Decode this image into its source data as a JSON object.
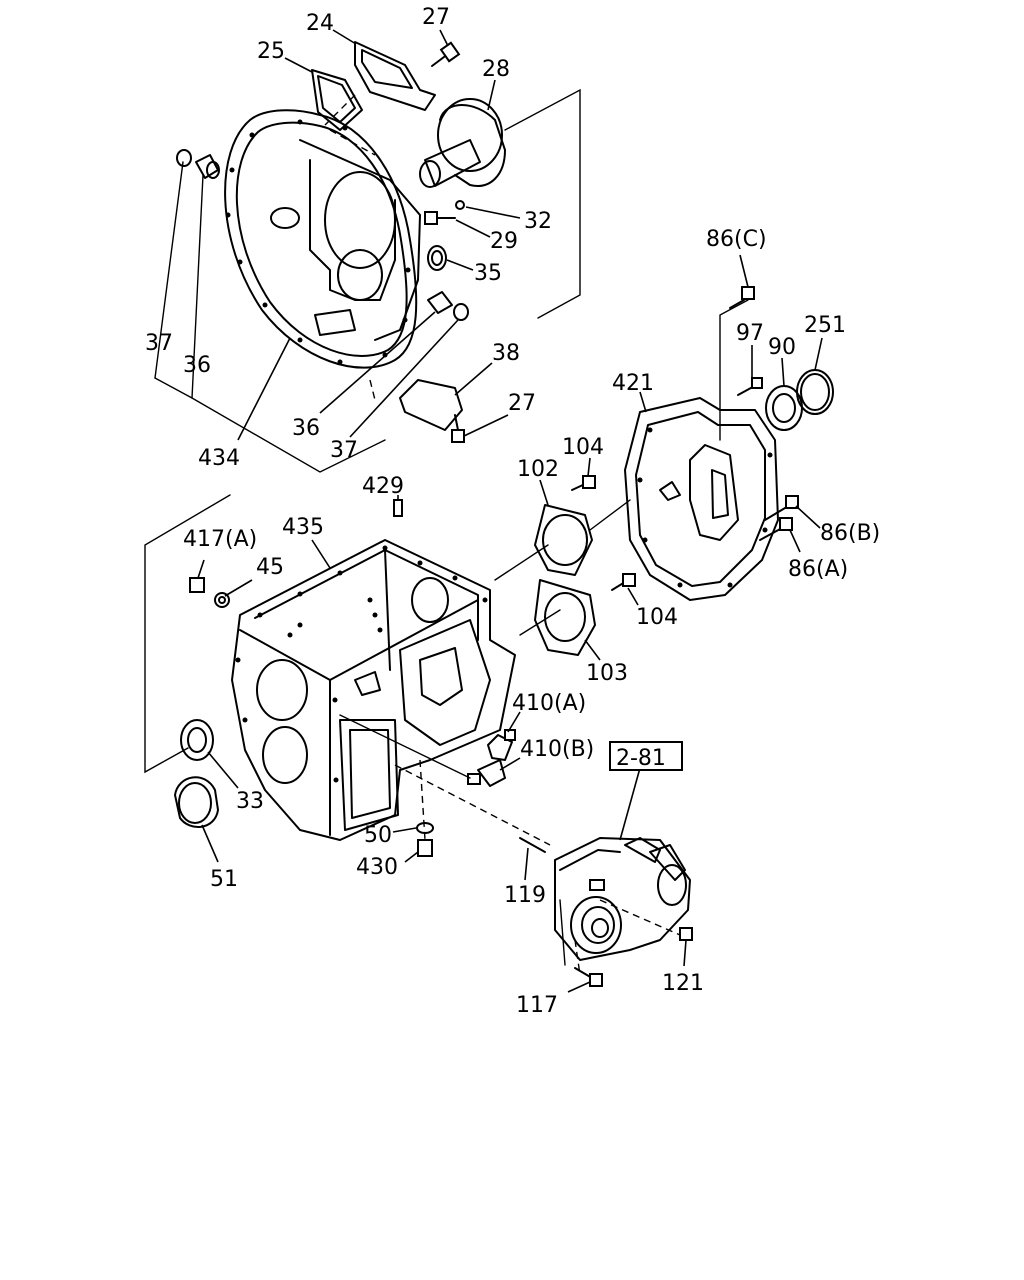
{
  "labels": {
    "p24": "24",
    "p25": "25",
    "p27a": "27",
    "p28": "28",
    "p29": "29",
    "p32": "32",
    "p35": "35",
    "p37a": "37",
    "p36a": "36",
    "p434": "434",
    "p36b": "36",
    "p37b": "37",
    "p38": "38",
    "p27b": "27",
    "p86c": "86(C)",
    "p97": "97",
    "p90": "90",
    "p251": "251",
    "p421": "421",
    "p86b": "86(B)",
    "p86a": "86(A)",
    "p102": "102",
    "p104a": "104",
    "p104b": "104",
    "p103": "103",
    "p429": "429",
    "p435": "435",
    "p417a": "417(A)",
    "p45": "45",
    "p410a": "410(A)",
    "p410b": "410(B)",
    "p33": "33",
    "p51": "51",
    "p50": "50",
    "p430": "430",
    "p119": "119",
    "p117": "117",
    "p121": "121"
  },
  "reference": {
    "label": "2-81"
  }
}
